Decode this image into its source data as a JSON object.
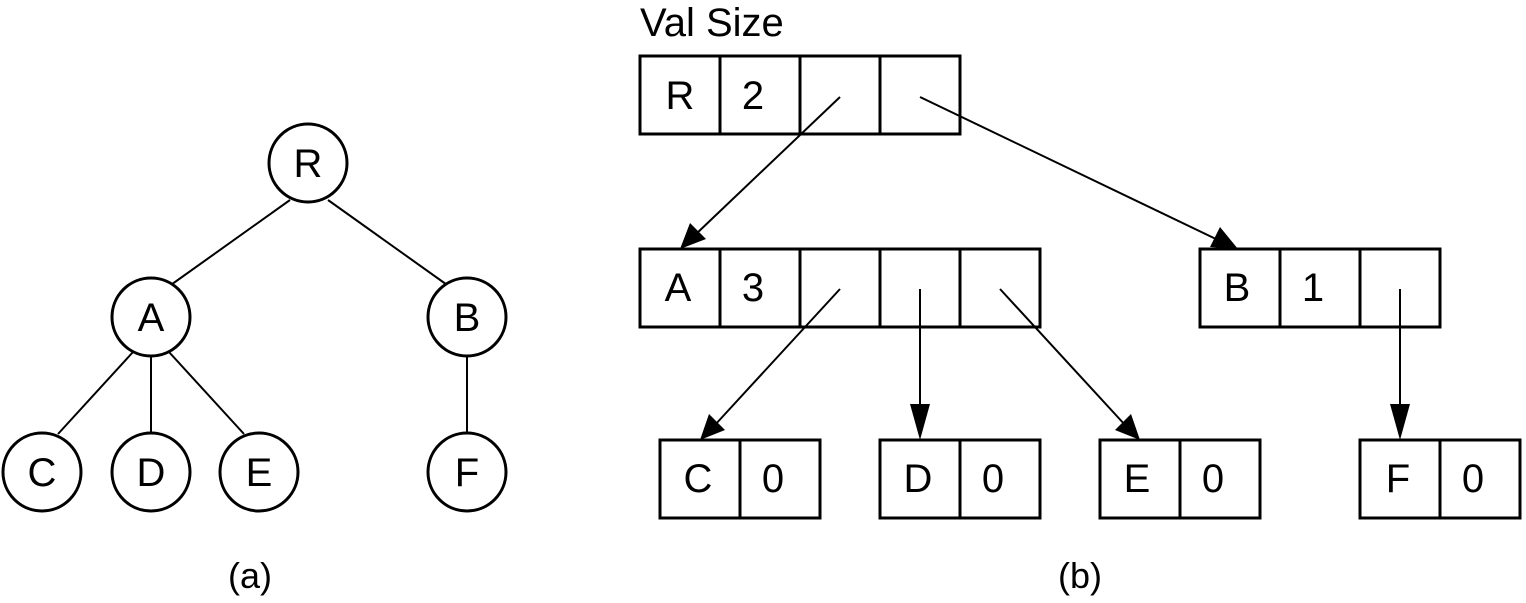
{
  "tree": {
    "caption": "(a)",
    "nodes": [
      {
        "id": "R",
        "label": "R"
      },
      {
        "id": "A",
        "label": "A"
      },
      {
        "id": "B",
        "label": "B"
      },
      {
        "id": "C",
        "label": "C"
      },
      {
        "id": "D",
        "label": "D"
      },
      {
        "id": "E",
        "label": "E"
      },
      {
        "id": "F",
        "label": "F"
      }
    ],
    "edges": [
      [
        "R",
        "A"
      ],
      [
        "R",
        "B"
      ],
      [
        "A",
        "C"
      ],
      [
        "A",
        "D"
      ],
      [
        "A",
        "E"
      ],
      [
        "B",
        "F"
      ]
    ]
  },
  "array": {
    "caption": "(b)",
    "header": "Val Size",
    "records": [
      {
        "id": "R",
        "val": "R",
        "size": "2"
      },
      {
        "id": "A",
        "val": "A",
        "size": "3"
      },
      {
        "id": "B",
        "val": "B",
        "size": "1"
      },
      {
        "id": "C",
        "val": "C",
        "size": "0"
      },
      {
        "id": "D",
        "val": "D",
        "size": "0"
      },
      {
        "id": "E",
        "val": "E",
        "size": "0"
      },
      {
        "id": "F",
        "val": "F",
        "size": "0"
      }
    ],
    "pointers": [
      [
        "R",
        "A"
      ],
      [
        "R",
        "B"
      ],
      [
        "A",
        "C"
      ],
      [
        "A",
        "D"
      ],
      [
        "A",
        "E"
      ],
      [
        "B",
        "F"
      ]
    ]
  }
}
